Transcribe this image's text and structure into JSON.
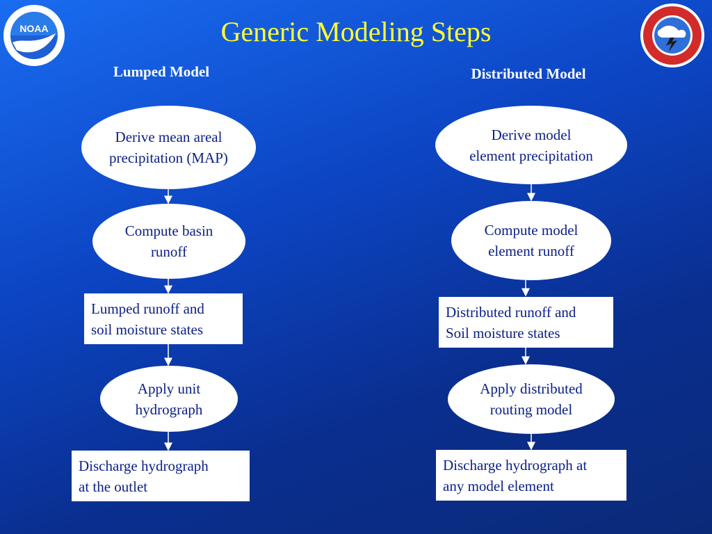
{
  "title": "Generic Modeling Steps",
  "logos": {
    "left": {
      "name": "NOAA",
      "icon": "noaa-logo",
      "text": "NOAA"
    },
    "right": {
      "name": "National Weather Service",
      "icon": "nws-logo"
    }
  },
  "lumped": {
    "heading": "Lumped Model",
    "steps": [
      {
        "shape": "ellipse",
        "text": "Derive mean areal\nprecipitation (MAP)"
      },
      {
        "shape": "ellipse",
        "text": "Compute basin\nrunoff"
      },
      {
        "shape": "rect",
        "text": "Lumped runoff and\nsoil moisture states"
      },
      {
        "shape": "ellipse",
        "text": "Apply unit\nhydrograph"
      },
      {
        "shape": "rect",
        "text": "Discharge hydrograph\nat the outlet"
      }
    ]
  },
  "distributed": {
    "heading": "Distributed Model",
    "steps": [
      {
        "shape": "ellipse",
        "text": "Derive model\nelement precipitation"
      },
      {
        "shape": "ellipse",
        "text": "Compute model\nelement runoff"
      },
      {
        "shape": "rect",
        "text": "Distributed runoff and\nSoil moisture states"
      },
      {
        "shape": "ellipse",
        "text": "Apply distributed\nrouting model"
      },
      {
        "shape": "rect",
        "text": "Discharge hydrograph at\nany model element"
      }
    ]
  },
  "colors": {
    "title": "#ffff33",
    "node_text": "#0a1f8a",
    "node_fill": "#ffffff",
    "connector": "#ffffff",
    "background_top": "#1a6cf0",
    "background_bottom": "#0a2a78"
  }
}
